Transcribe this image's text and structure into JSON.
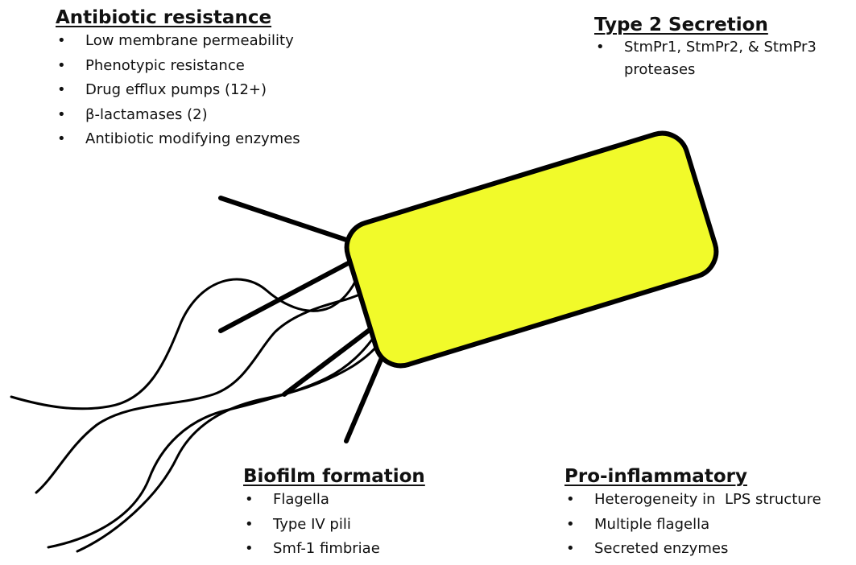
{
  "colors": {
    "cell_fill": "#f1fa2a",
    "outline": "#000000",
    "text": "#111111"
  },
  "sections": {
    "antibiotic_resistance": {
      "title": "Antibiotic resistance",
      "items": [
        "Low membrane permeability",
        "Phenotypic resistance",
        "Drug efflux pumps (12+)",
        "β-lactamases (2)",
        "Antibiotic modifying enzymes"
      ]
    },
    "type2_secretion": {
      "title": "Type 2 Secretion",
      "item_line1": "StmPr1, StmPr2, & StmPr3",
      "item_line2": "proteases"
    },
    "biofilm_formation": {
      "title": "Biofilm formation",
      "items": [
        "Flagella",
        "Type IV pili",
        "Smf-1 fimbriae"
      ]
    },
    "pro_inflammatory": {
      "title": "Pro-inflammatory",
      "items": [
        "Heterogeneity in  LPS structure",
        "Multiple flagella",
        "Secreted enzymes"
      ]
    }
  }
}
